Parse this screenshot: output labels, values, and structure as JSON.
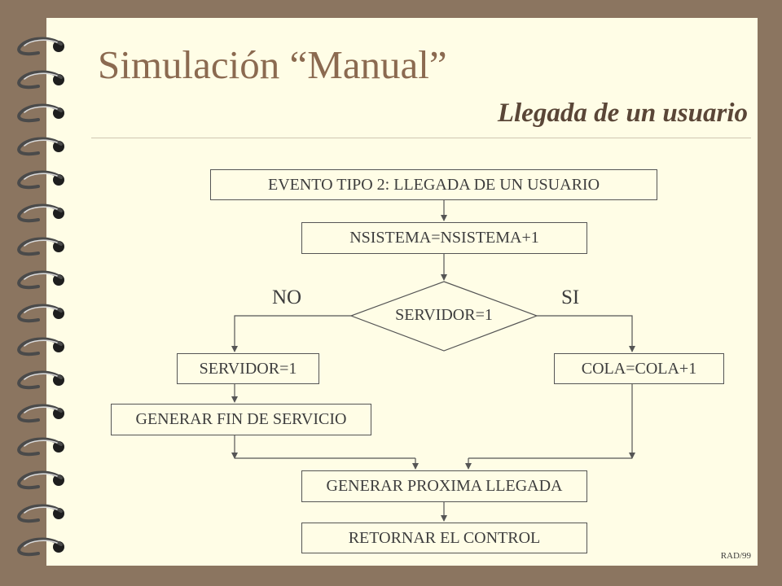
{
  "slide": {
    "title": "Simulación “Manual”",
    "subtitle": "Llegada de un usuario",
    "footer": "RAD/99"
  },
  "flowchart": {
    "start": "EVENTO TIPO 2: LLEGADA DE UN USUARIO",
    "increment": "NSISTEMA=NSISTEMA+1",
    "decision": "SERVIDOR=1",
    "no_label": "NO",
    "yes_label": "SI",
    "no_step_1": "SERVIDOR=1",
    "no_step_2": "GENERAR FIN DE SERVICIO",
    "yes_step_1": "COLA=COLA+1",
    "next_arrival": "GENERAR PROXIMA LLEGADA",
    "return_control": "RETORNAR EL CONTROL"
  },
  "colors": {
    "frame": "#8b7560",
    "paper": "#fffde6",
    "title": "#8b6a50",
    "subtitle": "#5a4637",
    "line": "#555555"
  }
}
